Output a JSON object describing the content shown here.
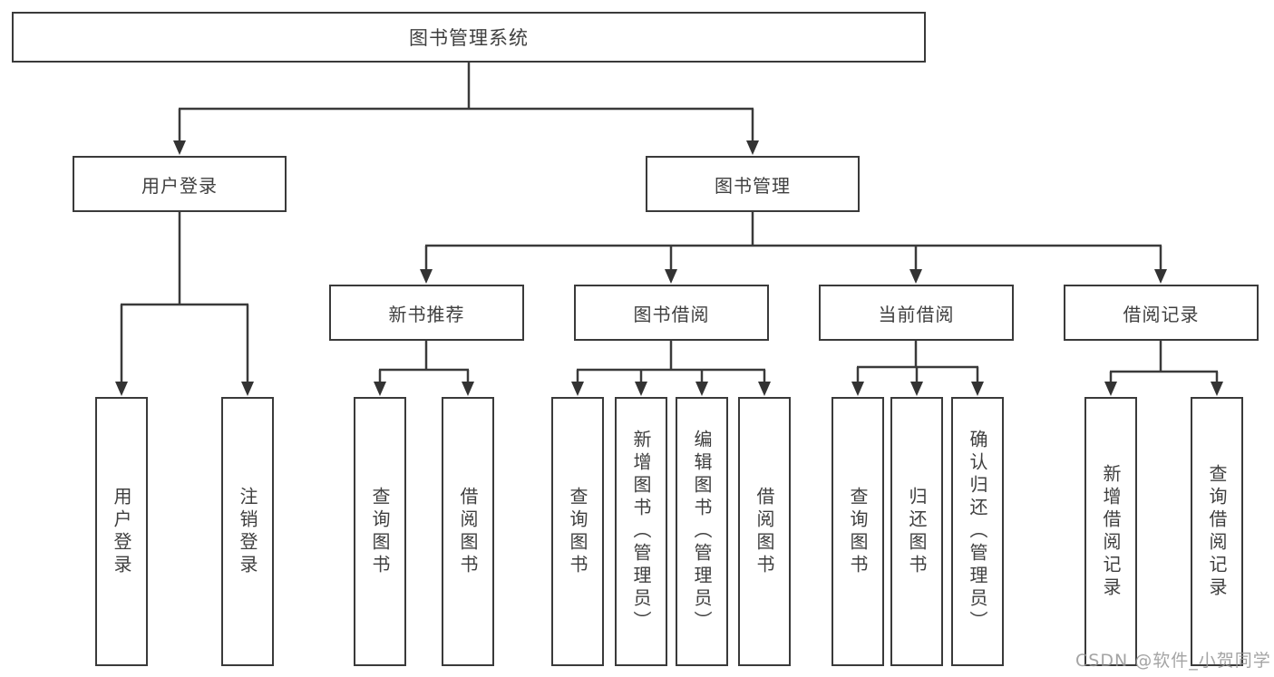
{
  "diagram": {
    "root": "图书管理系统",
    "branches": [
      {
        "label": "用户登录",
        "children": [
          "用户登录",
          "注销登录"
        ]
      },
      {
        "label": "图书管理",
        "children": [
          {
            "label": "新书推荐",
            "children": [
              "查询图书",
              "借阅图书"
            ]
          },
          {
            "label": "图书借阅",
            "children": [
              "查询图书",
              "新增图书（管理员）",
              "编辑图书（管理员）",
              "借阅图书"
            ]
          },
          {
            "label": "当前借阅",
            "children": [
              "查询图书",
              "归还图书",
              "确认归还（管理员）"
            ]
          },
          {
            "label": "借阅记录",
            "children": [
              "新增借阅记录",
              "查询借阅记录"
            ]
          }
        ]
      }
    ]
  },
  "watermark": "CSDN @软件_小贺同学",
  "colors": {
    "line": "#3a3a3a",
    "box_border": "#3a3a3a",
    "box_background": "#ffffff",
    "text": "#3f3f3f",
    "watermark": "#949494",
    "page_background": "#ffffff"
  }
}
